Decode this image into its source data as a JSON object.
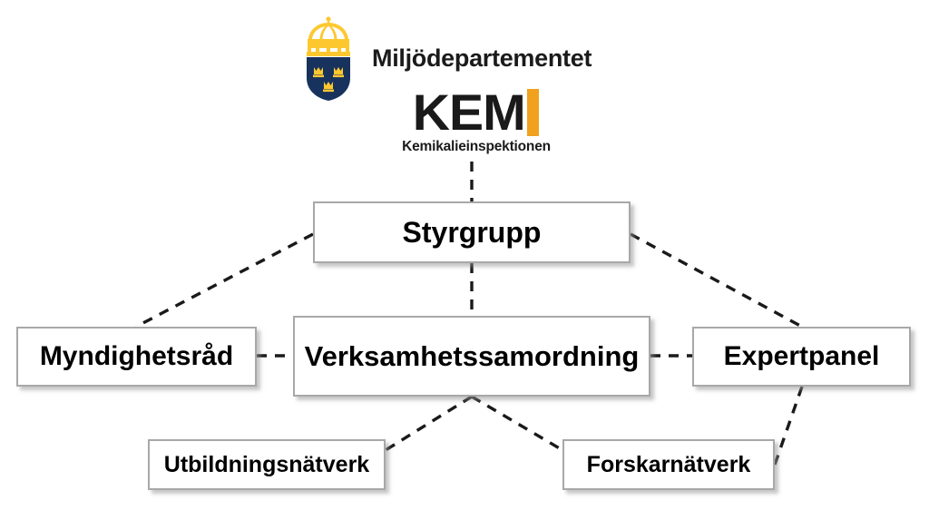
{
  "page": {
    "title": "Kemikalieinspektionen organisationsdiagram",
    "background_color": "#ffffff"
  },
  "header": {
    "ministry": {
      "name": "Miljödepartementet",
      "emblem": {
        "icon": "swedish-three-crowns-coat-of-arms",
        "shield_color": "#17325c",
        "crown_color": "#fdc82f",
        "crown_count": 3
      }
    },
    "agency_logo": {
      "wordmark": "KEM",
      "accent_bar": "I",
      "accent_color": "#f0a11e",
      "text_color": "#1a1a1a",
      "subtitle": "Kemikalieinspektionen"
    }
  },
  "diagram": {
    "type": "org-chart",
    "line_style": "dashed",
    "line_color": "#1a1a1a",
    "box_border_color": "#a8a8a8",
    "box_fill_color": "#ffffff",
    "nodes": [
      {
        "id": "styrgrupp",
        "label": "Styrgrupp",
        "level": 1
      },
      {
        "id": "myndighetsrad",
        "label": "Myndighetsråd",
        "level": 2
      },
      {
        "id": "verksamhet",
        "label": "Verksamhetssamordning",
        "level": 2
      },
      {
        "id": "expertpanel",
        "label": "Expertpanel",
        "level": 2
      },
      {
        "id": "utbildning",
        "label": "Utbildningsnätverk",
        "level": 3
      },
      {
        "id": "forskar",
        "label": "Forskarnätverk",
        "level": 3
      }
    ],
    "edges": [
      {
        "from": "agency_logo",
        "to": "styrgrupp",
        "style": "dashed",
        "orientation": "vertical"
      },
      {
        "from": "styrgrupp",
        "to": "myndighetsrad",
        "style": "dashed",
        "orientation": "diagonal"
      },
      {
        "from": "styrgrupp",
        "to": "verksamhet",
        "style": "dashed",
        "orientation": "vertical"
      },
      {
        "from": "styrgrupp",
        "to": "expertpanel",
        "style": "dashed",
        "orientation": "diagonal"
      },
      {
        "from": "myndighetsrad",
        "to": "verksamhet",
        "style": "dashed",
        "orientation": "horizontal"
      },
      {
        "from": "verksamhet",
        "to": "expertpanel",
        "style": "dashed",
        "orientation": "horizontal"
      },
      {
        "from": "verksamhet",
        "to": "utbildning",
        "style": "dashed",
        "orientation": "diagonal"
      },
      {
        "from": "verksamhet",
        "to": "forskar",
        "style": "dashed",
        "orientation": "diagonal"
      },
      {
        "from": "expertpanel",
        "to": "forskar",
        "style": "dashed",
        "orientation": "diagonal"
      }
    ]
  }
}
